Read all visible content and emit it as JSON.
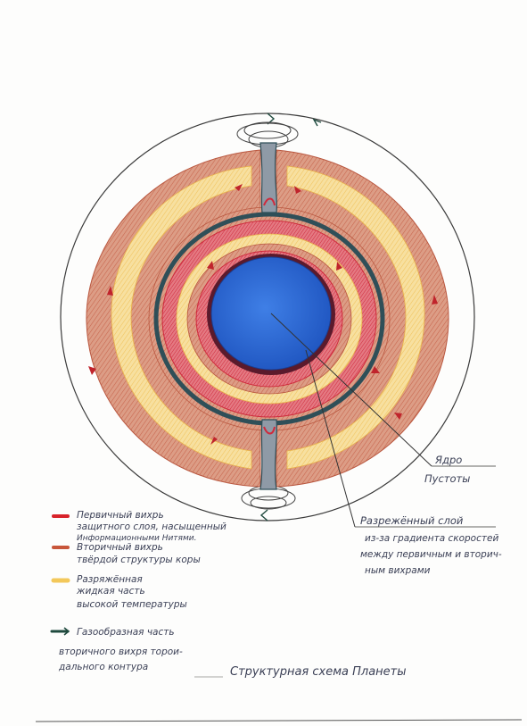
{
  "diagram": {
    "title": "Структурная схема  Планеты",
    "callouts": {
      "core": {
        "line1": "Ядро",
        "line2": "Пустоты"
      },
      "rarefied": {
        "line1": "Разрежённый слой",
        "line2": "из-за градиента скоростей",
        "line3": "между первичным и вторич-",
        "line4": "ным вихрами"
      }
    },
    "legend": [
      {
        "color": "#d8232a",
        "lines": [
          "Первичный вихрь",
          "защитного слоя, насыщенный",
          "Информационными Нитями."
        ]
      },
      {
        "color": "#c8563a",
        "lines": [
          "Вторичный вихрь",
          "твёрдой структуры коры"
        ]
      },
      {
        "color": "#f3c85a",
        "lines": [
          "Разряжённая",
          "жидкая часть",
          "высокой температуры"
        ]
      },
      {
        "color": "#1f4a3e",
        "lines": [
          "Газообразная часть",
          "вторичного вихря торои-",
          "дального контура"
        ]
      }
    ],
    "colors": {
      "outer_orbit": "#3a3a3a",
      "crust": "#d9957e",
      "crust_dark": "#b9573f",
      "hot_liquid": "#f6d98a",
      "primary_red": "#cf2a3c",
      "protective_layer": "#2f4f58",
      "core_blue": "#2f6ed8",
      "core_dark": "#5b1a2c"
    }
  }
}
